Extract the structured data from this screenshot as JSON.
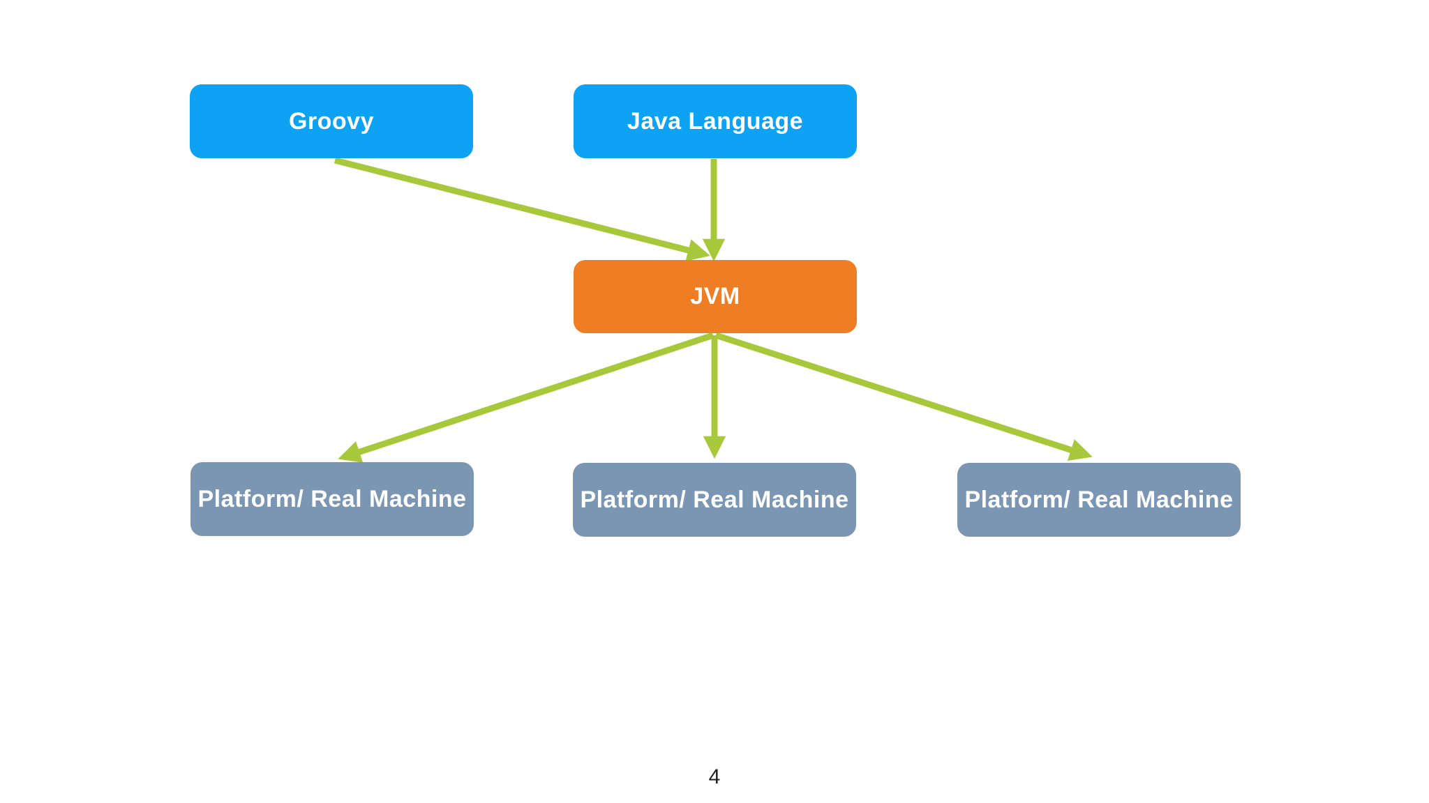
{
  "slide": {
    "background_color": "#ffffff",
    "page_number": "4"
  },
  "diagram": {
    "type": "flowchart",
    "arrow_color": "#a8c83c",
    "nodes": [
      {
        "id": "groovy",
        "label": "Groovy",
        "fill": "#0ea2f4",
        "text_color": "#ffffff"
      },
      {
        "id": "java-language",
        "label": "Java Language",
        "fill": "#0ea2f4",
        "text_color": "#ffffff"
      },
      {
        "id": "jvm",
        "label": "JVM",
        "fill": "#ef7d23",
        "text_color": "#ffffff"
      },
      {
        "id": "platform-1",
        "label": "Platform/ Real Machine",
        "fill": "#7b96b3",
        "text_color": "#ffffff"
      },
      {
        "id": "platform-2",
        "label": "Platform/ Real Machine",
        "fill": "#7b96b3",
        "text_color": "#ffffff"
      },
      {
        "id": "platform-3",
        "label": "Platform/ Real Machine",
        "fill": "#7b96b3",
        "text_color": "#ffffff"
      }
    ],
    "edges": [
      {
        "from": "groovy",
        "to": "jvm"
      },
      {
        "from": "java-language",
        "to": "jvm"
      },
      {
        "from": "jvm",
        "to": "platform-1"
      },
      {
        "from": "jvm",
        "to": "platform-2"
      },
      {
        "from": "jvm",
        "to": "platform-3"
      }
    ]
  }
}
